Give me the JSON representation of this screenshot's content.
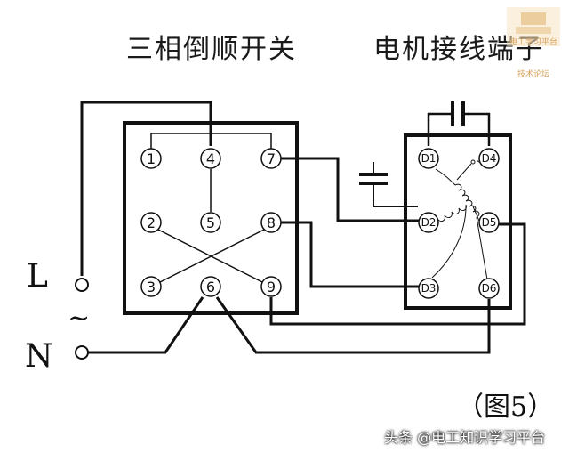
{
  "titles": {
    "switch": "三相倒顺开关",
    "motor": "电机接线端子"
  },
  "switch_terminals": [
    "1",
    "2",
    "3",
    "4",
    "5",
    "6",
    "7",
    "8",
    "9"
  ],
  "motor_terminals": [
    "D1",
    "D4",
    "D2",
    "D5",
    "D3",
    "D6"
  ],
  "supply": {
    "line": "L",
    "neutral": "N",
    "ac_symbol": "~"
  },
  "figure_label": "（图5）",
  "watermark": "头条 @电工知识学习平台",
  "logo": {
    "line1": "电工学习平台",
    "line2": "技术论坛"
  }
}
